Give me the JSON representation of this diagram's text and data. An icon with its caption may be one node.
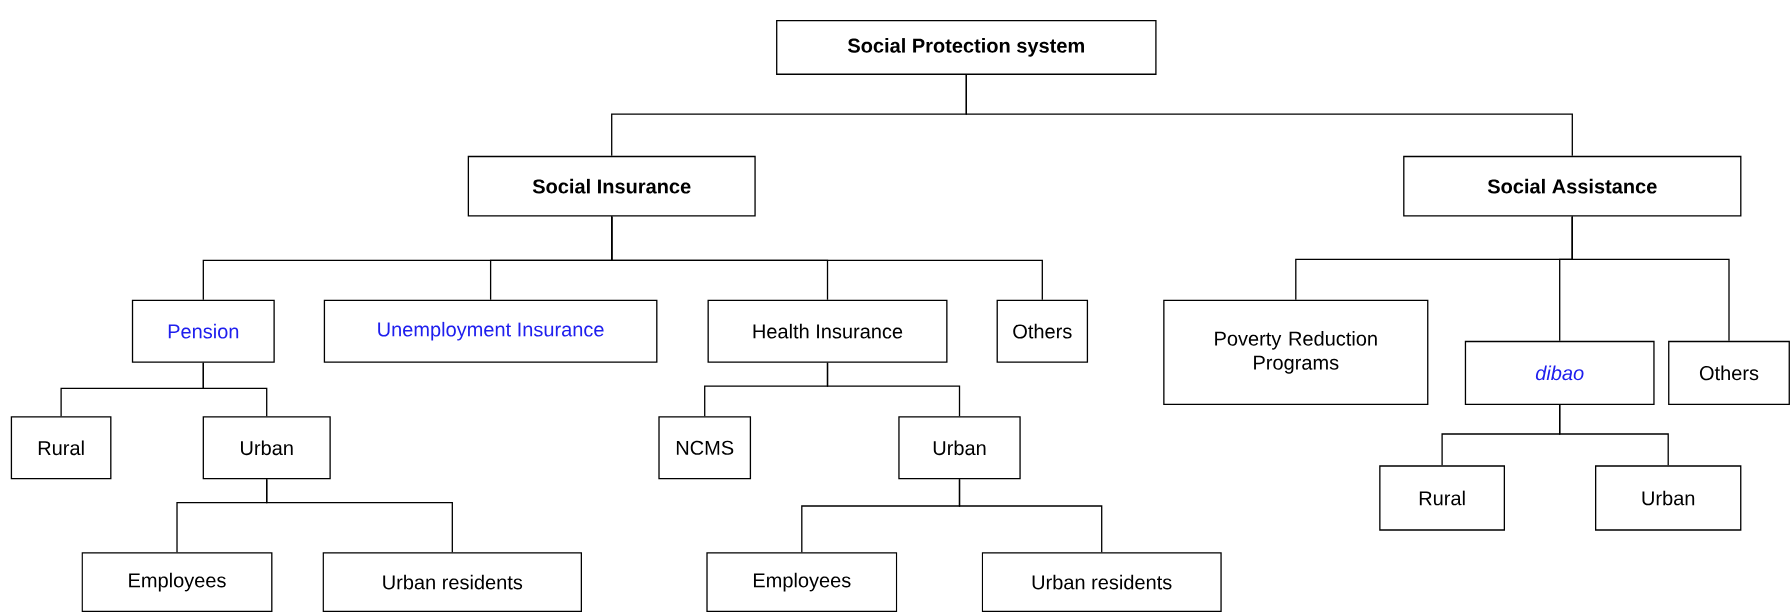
{
  "diagram": {
    "nodes": [
      {
        "text": [
          "Social Protection system"
        ]
      },
      {
        "text": [
          "Social Insurance"
        ]
      },
      {
        "text": [
          "Social Assistance"
        ]
      },
      {
        "text": [
          "Pension"
        ]
      },
      {
        "text": [
          "Unemployment Insurance"
        ]
      },
      {
        "text": [
          "Health Insurance"
        ]
      },
      {
        "text": [
          "Others"
        ]
      },
      {
        "text": [
          "Poverty Reduction Programs"
        ]
      },
      {
        "text": [
          "dibao"
        ]
      },
      {
        "text": [
          "Others"
        ]
      },
      {
        "text": [
          "Rural"
        ]
      },
      {
        "text": [
          "Urban"
        ]
      },
      {
        "text": [
          "NCMS"
        ]
      },
      {
        "text": [
          "Urban"
        ]
      },
      {
        "text": [
          "Rural"
        ]
      },
      {
        "text": [
          "Urban"
        ]
      },
      {
        "text": [
          "Employees"
        ]
      },
      {
        "text": [
          "Urban residents"
        ]
      },
      {
        "text": [
          "Employees"
        ]
      },
      {
        "text": [
          "Urban residents"
        ]
      }
    ],
    "edges": [
      {
        "from": 0,
        "to": 1,
        "arrow": "none"
      },
      {
        "from": 0,
        "to": 2,
        "arrow": "none"
      },
      {
        "from": 1,
        "to": 3,
        "arrow": "none"
      },
      {
        "from": 1,
        "to": 4,
        "arrow": "none"
      },
      {
        "from": 1,
        "to": 5,
        "arrow": "none"
      },
      {
        "from": 1,
        "to": 6,
        "arrow": "none"
      },
      {
        "from": 2,
        "to": 7,
        "arrow": "none"
      },
      {
        "from": 2,
        "to": 8,
        "arrow": "none"
      },
      {
        "from": 2,
        "to": 9,
        "arrow": "none"
      },
      {
        "from": 3,
        "to": 10,
        "arrow": "none"
      },
      {
        "from": 3,
        "to": 11,
        "arrow": "none"
      },
      {
        "from": 5,
        "to": 12,
        "arrow": "none"
      },
      {
        "from": 5,
        "to": 13,
        "arrow": "none"
      },
      {
        "from": 8,
        "to": 14,
        "arrow": "none"
      },
      {
        "from": 8,
        "to": 15,
        "arrow": "none"
      },
      {
        "from": 11,
        "to": 16,
        "arrow": "none"
      },
      {
        "from": 11,
        "to": 17,
        "arrow": "none"
      },
      {
        "from": 13,
        "to": 18,
        "arrow": "none"
      },
      {
        "from": 13,
        "to": 19,
        "arrow": "none"
      }
    ]
  }
}
